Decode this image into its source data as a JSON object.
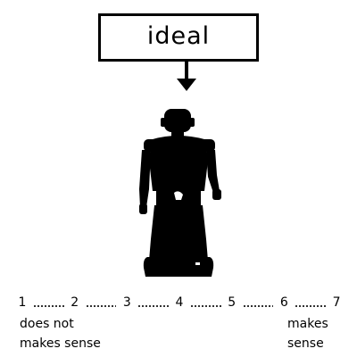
{
  "label_box": {
    "text": "ideal"
  },
  "scale": {
    "points": [
      "1",
      "2",
      "3",
      "4",
      "5",
      "6",
      "7"
    ],
    "low_anchor": [
      "does not",
      "makes sense"
    ],
    "high_anchor": [
      "makes",
      "sense"
    ]
  },
  "figure": {
    "icon": "robot-silhouette-icon"
  },
  "colors": {
    "ink": "#000000",
    "background": "#ffffff"
  }
}
